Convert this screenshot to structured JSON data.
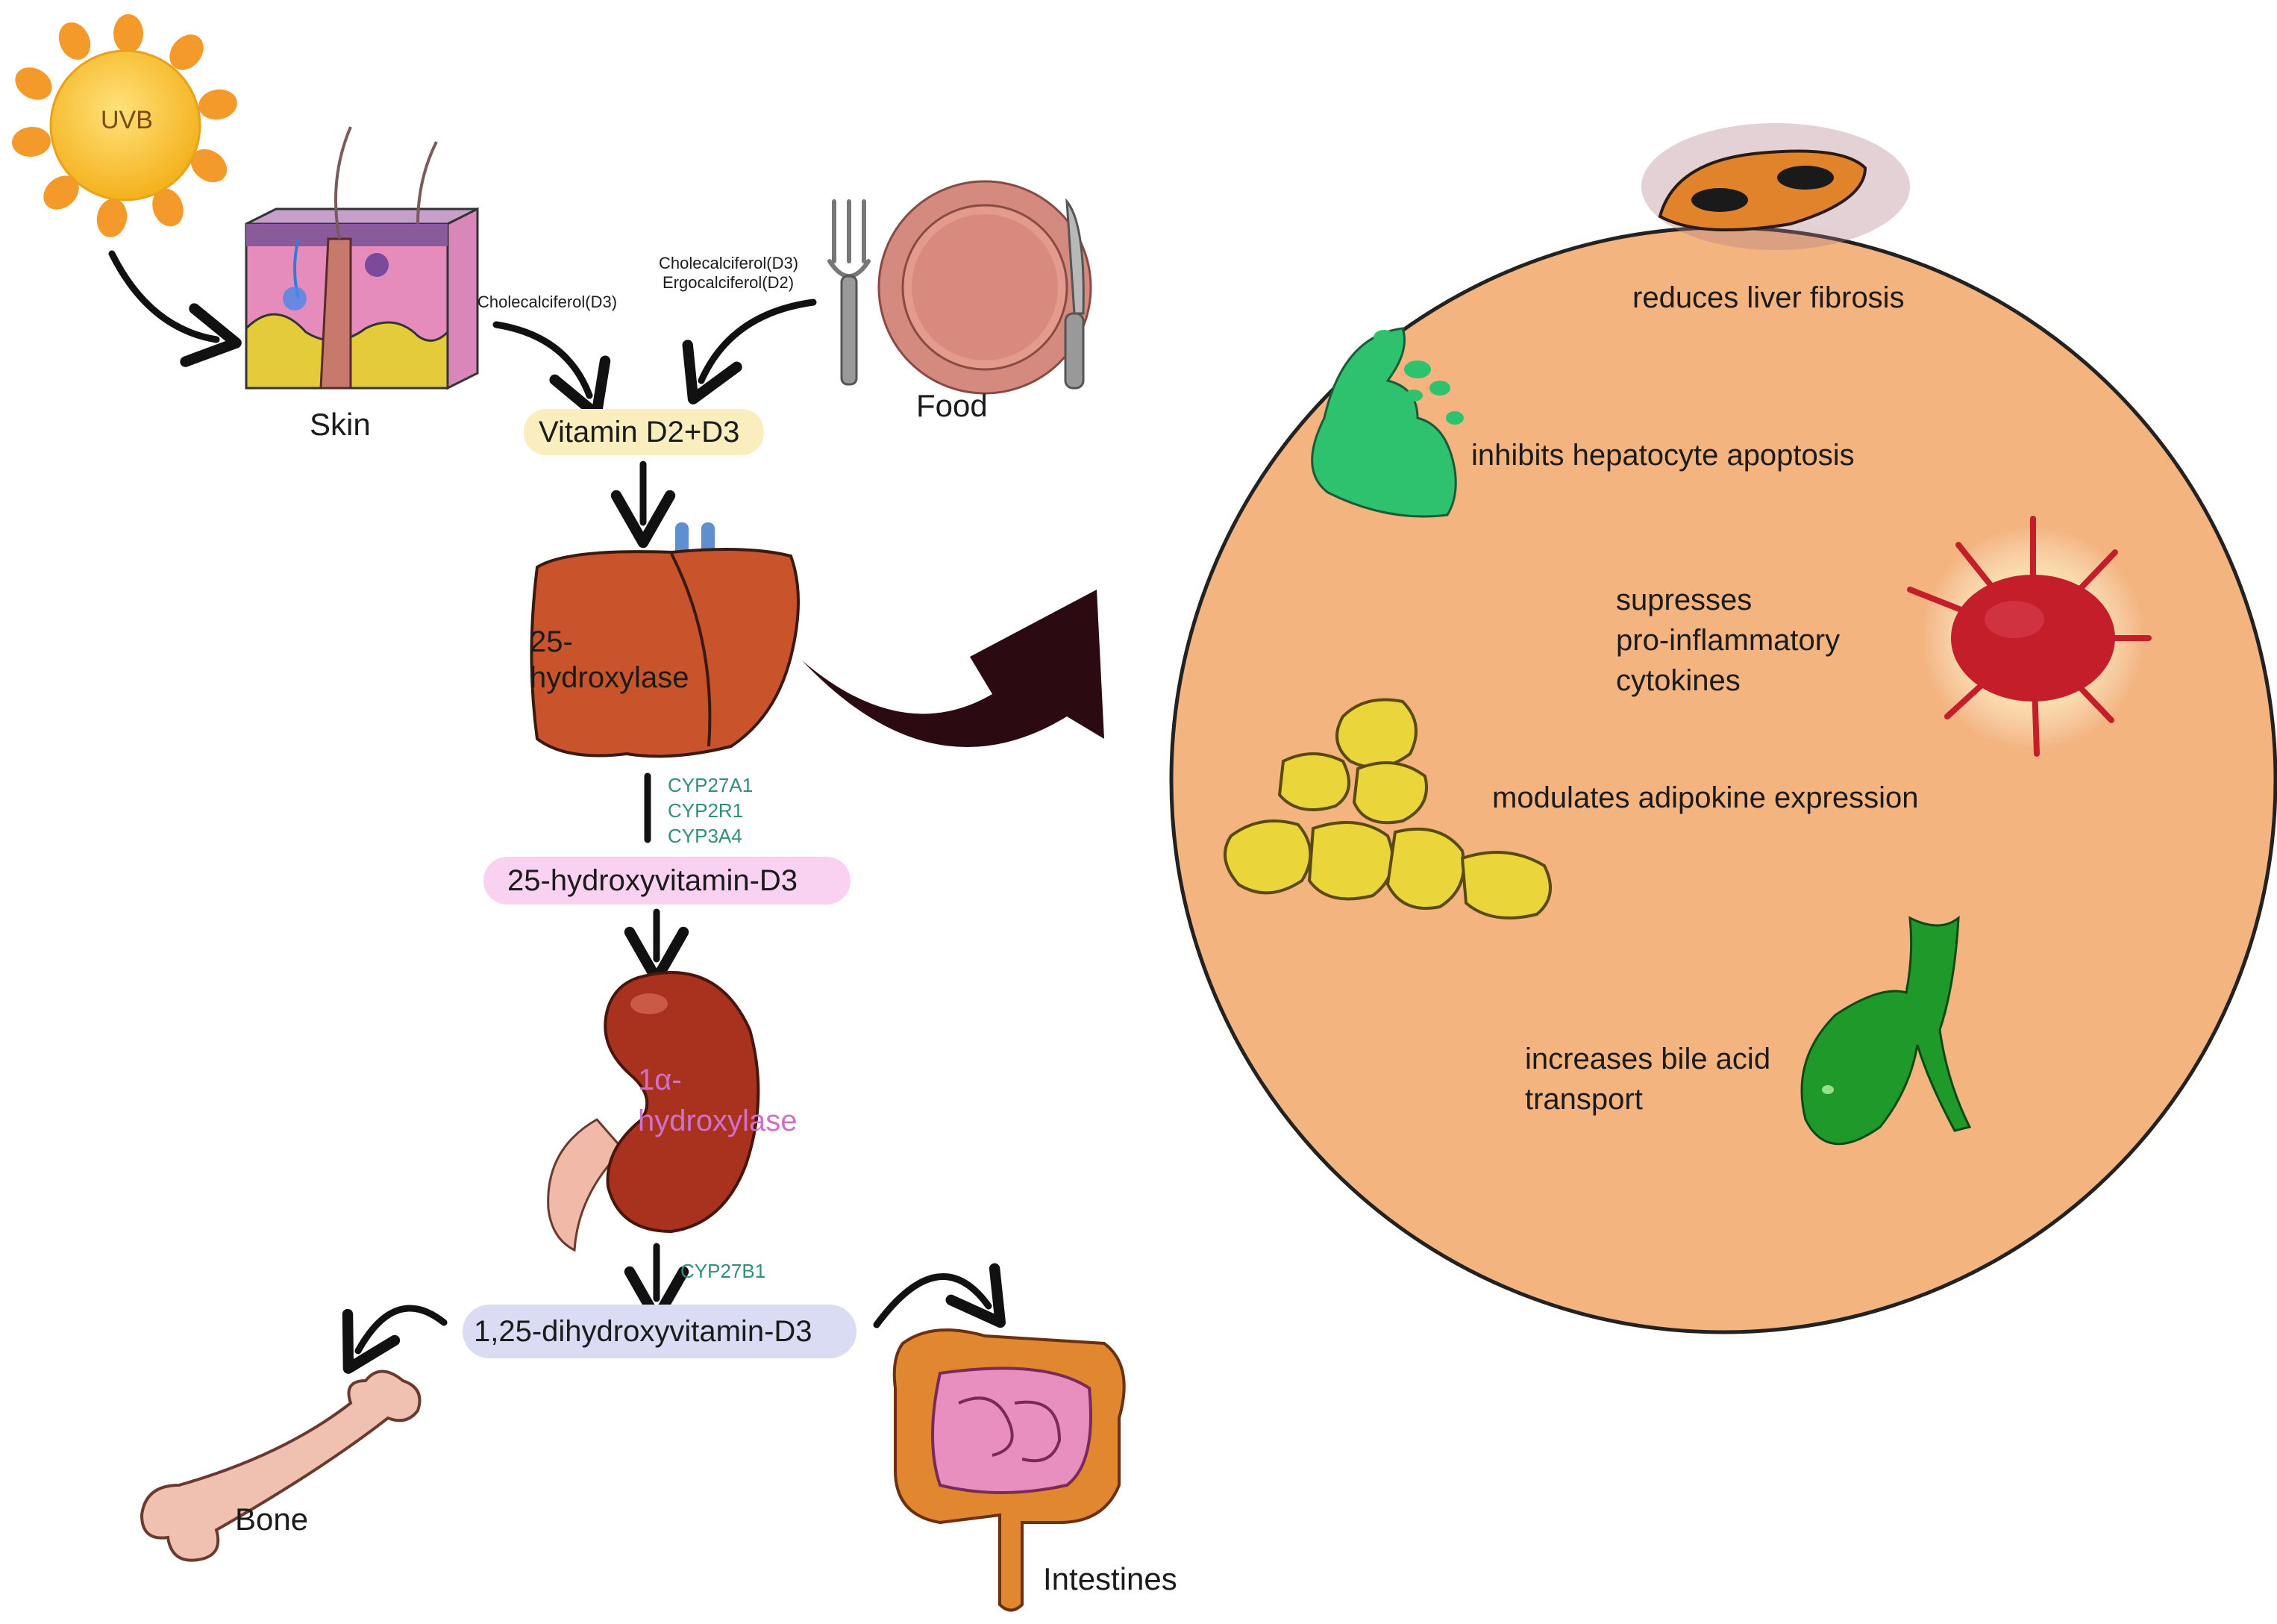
{
  "sun": {
    "label": "UVB"
  },
  "skin": {
    "label": "Skin",
    "arrow_label": "Cholecalciferol(D3)"
  },
  "food": {
    "label": "Food",
    "arrow_label_1": "Cholecalciferol(D3)",
    "arrow_label_2": "Ergocalciferol(D2)"
  },
  "vitamin": {
    "label": "Vitamin D2+D3"
  },
  "liver": {
    "label_1": "25-",
    "label_2": "hydroxylase"
  },
  "enzymes": {
    "cyp1": "CYP27A1",
    "cyp2": "CYP2R1",
    "cyp3": "CYP3A4"
  },
  "metabolite1": {
    "label": "25-hydroxyvitamin-D3"
  },
  "kidney": {
    "label_1": "1α-",
    "label_2": "hydroxylase",
    "enzyme": "CYP27B1"
  },
  "metabolite2": {
    "label": "1,25-dihydroxyvitamin-D3"
  },
  "bone": {
    "label": "Bone"
  },
  "intestines": {
    "label": "Intestines"
  },
  "effects": {
    "liver_fibrosis": "reduces liver fibrosis",
    "apoptosis": "inhibits hepatocyte apoptosis",
    "cytokines_1": "supresses",
    "cytokines_2": "pro-inflammatory",
    "cytokines_3": "cytokines",
    "adipokine": "modulates adipokine expression",
    "bile_1": "increases bile acid",
    "bile_2": "transport"
  },
  "colors": {
    "circle_fill": "#f3b47f",
    "vitamin_pill": "#fbeebe",
    "metabolite1_pill": "#f8d2f0",
    "metabolite2_pill": "#d9dcf2",
    "enzyme_text": "#2f8f7a",
    "liver": "#c9542c",
    "kidney": "#a9321f"
  }
}
